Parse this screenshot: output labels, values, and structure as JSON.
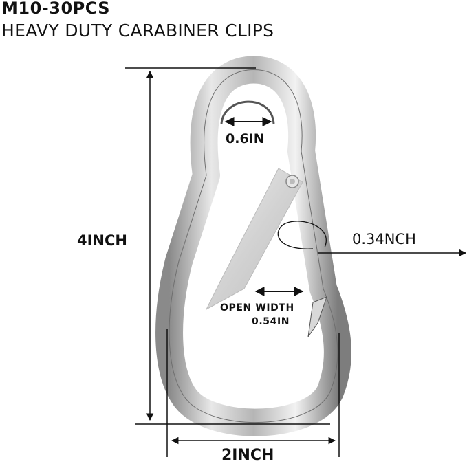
{
  "header": {
    "title": "M10-30PCS",
    "subtitle": "HEAVY DUTY CARABINER CLIPS"
  },
  "product": {
    "name": "carabiner clip",
    "finish_color": "#c8c8c8"
  },
  "dimensions": {
    "height": "4INCH",
    "width": "2INCH",
    "inner_top_width": "0.6IN",
    "wire_diameter": "0.34NCH",
    "open_width_label": "OPEN WIDTH",
    "open_width_value": "0.54IN"
  }
}
